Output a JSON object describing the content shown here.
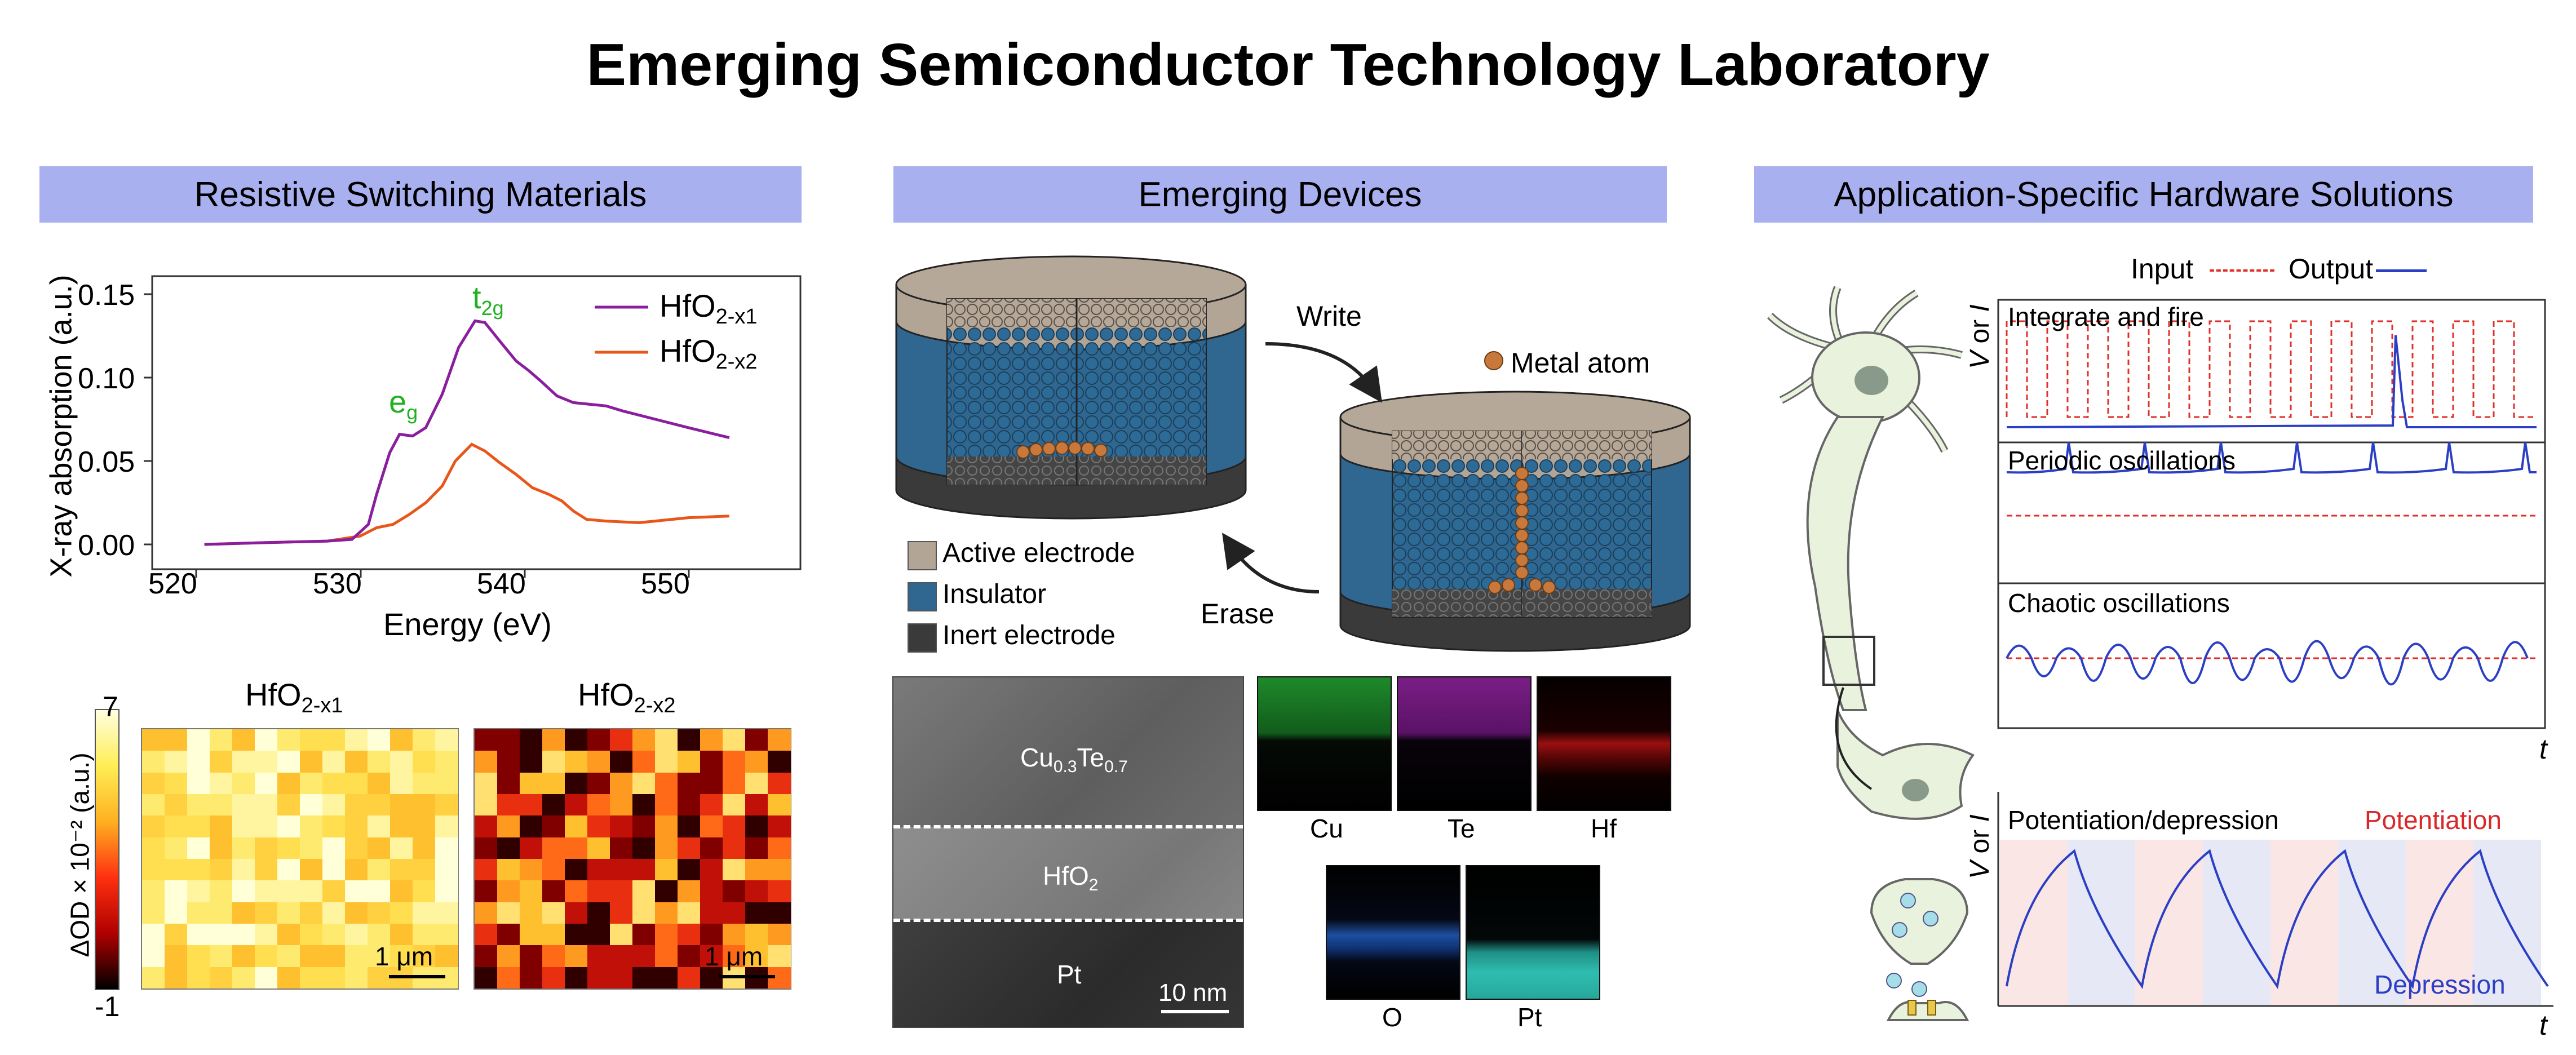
{
  "page_title": "Emerging Semiconductor Technology Laboratory",
  "panels": {
    "materials": "Resistive Switching Materials",
    "devices": "Emerging Devices",
    "hardware": "Application-Specific Hardware Solutions"
  },
  "xas": {
    "ylabel": "X-ray absorption (a.u.)",
    "xlabel": "Energy (eV)",
    "x_ticks": [
      "520",
      "530",
      "540",
      "550"
    ],
    "y_ticks": [
      "0.00",
      "0.05",
      "0.10",
      "0.15"
    ],
    "eg_label": "e",
    "eg_sub": "g",
    "t2g_label": "t",
    "t2g_sub": "2g",
    "legend1": "HfO",
    "legend1_sub": "2-x1",
    "legend2": "HfO",
    "legend2_sub": "2-x2",
    "color1": "#8a1e9e",
    "color2": "#e8561a"
  },
  "maps": {
    "colorbar_label": "ΔOD × 10⁻² (a.u.)",
    "cb_max": "7",
    "cb_min": "-1",
    "map1_title": "HfO",
    "map1_sub": "2-x1",
    "map2_title": "HfO",
    "map2_sub": "2-x2",
    "scale1": "1 μm",
    "scale2": "1 μm"
  },
  "devices": {
    "write": "Write",
    "erase": "Erase",
    "metal_atom": "Metal atom",
    "legend_active": "Active electrode",
    "legend_insulator": "Insulator",
    "legend_inert": "Inert electrode",
    "tem_top": "Cu",
    "tem_top_sub1": "0.3",
    "tem_top_mid": "Te",
    "tem_top_sub2": "0.7",
    "tem_mid": "HfO",
    "tem_mid_sub": "2",
    "tem_bot": "Pt",
    "tem_scale": "10 nm",
    "eds": [
      "Cu",
      "Te",
      "Hf",
      "O",
      "Pt"
    ],
    "color_active": "#b3a596",
    "color_insulator": "#2f6791",
    "color_inert": "#3a3a3a",
    "color_atom": "#c8783a"
  },
  "hardware": {
    "input_label": "Input",
    "output_label": "Output",
    "ylabel_v": "V",
    "ylabel_or": " or ",
    "ylabel_i": "I",
    "t_label": "t",
    "integrate": "Integrate and fire",
    "periodic": "Periodic oscillations",
    "chaotic": "Chaotic oscillations",
    "potdep": "Potentiation/depression",
    "potentiation": "Potentiation",
    "depression": "Depression",
    "color_input": "#e0302a",
    "color_output": "#2b3fc4"
  }
}
